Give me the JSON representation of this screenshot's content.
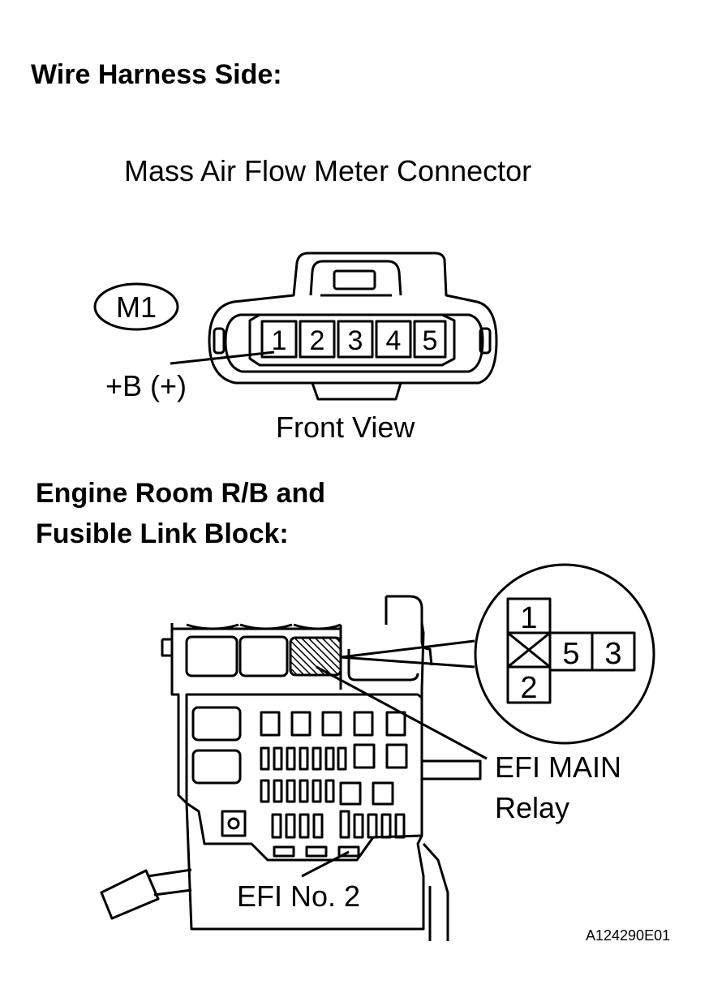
{
  "headings": {
    "wire_harness_side": "Wire Harness Side:",
    "engine_room_line1": "Engine Room R/B and",
    "engine_room_line2": "Fusible Link Block:"
  },
  "connector": {
    "title": "Mass Air Flow Meter Connector",
    "code": "M1",
    "pins": [
      "1",
      "2",
      "3",
      "4",
      "5"
    ],
    "pin_label": "+B (+)",
    "view_label": "Front View"
  },
  "relay_block": {
    "relay_label_line1": "EFI MAIN",
    "relay_label_line2": "Relay",
    "fuse_label": "EFI No. 2",
    "relay_terminals": [
      "1",
      "5",
      "3",
      "2"
    ]
  },
  "figure_id": "A124290E01"
}
